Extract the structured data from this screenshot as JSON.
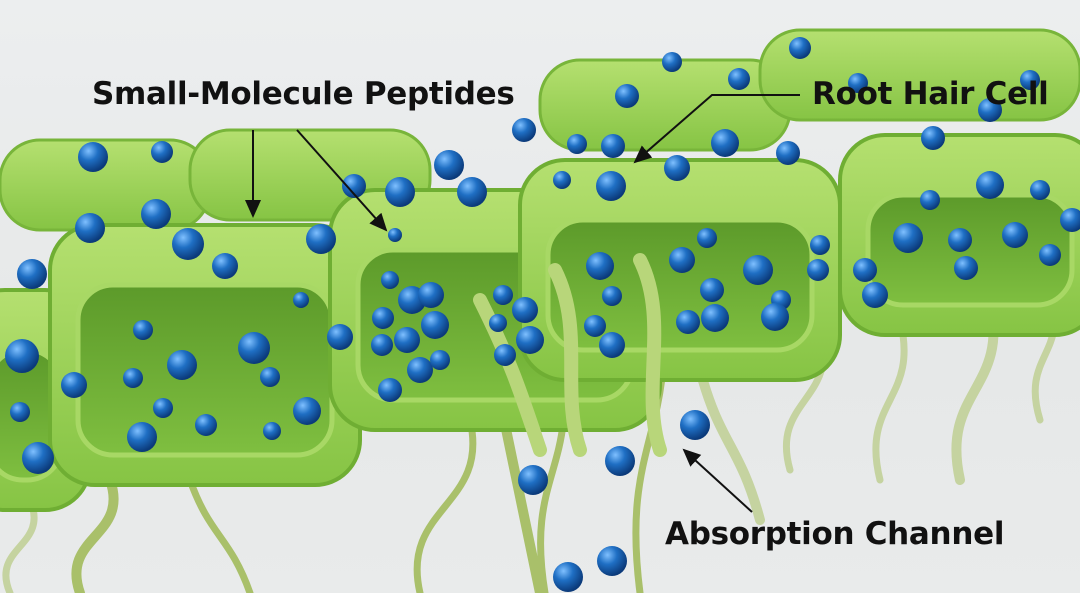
{
  "labels": {
    "peptides": "Small-Molecule Peptides",
    "root_hair_cell": "Root Hair Cell",
    "absorption_channel": "Absorption Channel"
  },
  "colors": {
    "cell_green": "#8fcf4a",
    "cell_dark_green": "#5f9e2c",
    "peptide_blue": "#1f6fc4",
    "root_hair": "#b9cf7a",
    "background": "#eceeef"
  }
}
